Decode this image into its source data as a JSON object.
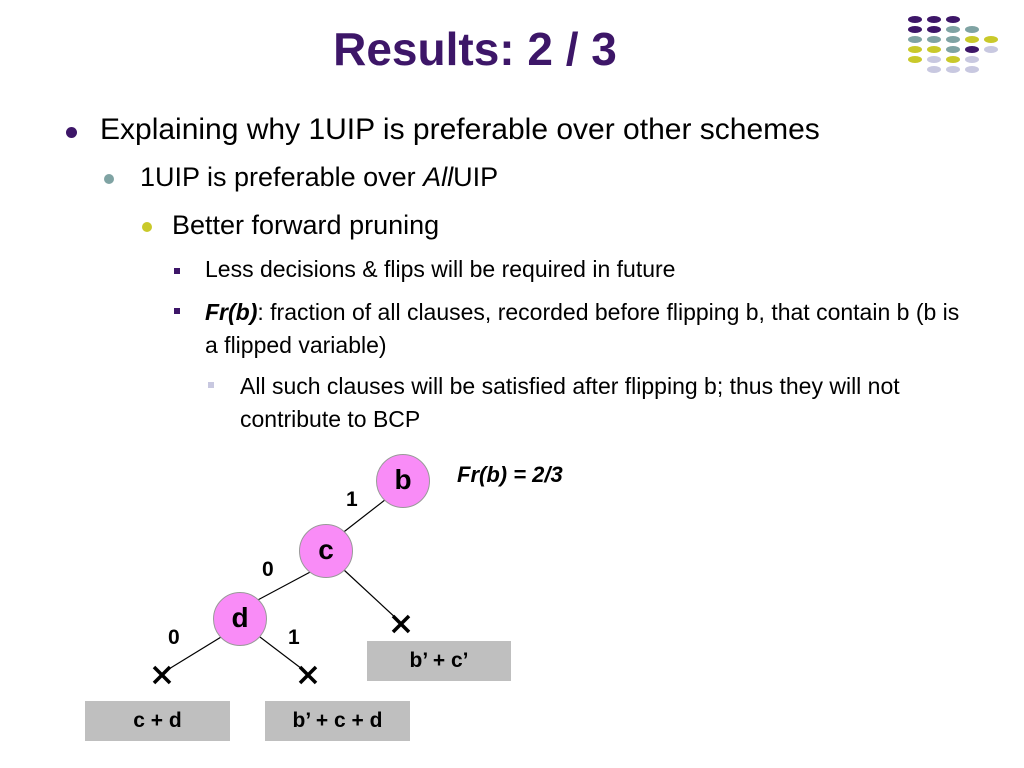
{
  "slide": {
    "title": "Results: 2 / 3"
  },
  "bullets": {
    "level1": "Explaining why 1UIP is preferable over other schemes",
    "level2_prefix": "1UIP is preferable over ",
    "level2_italic": "All",
    "level2_suffix": "UIP",
    "level3": "Better forward pruning",
    "level4a": "Less decisions & flips will be required in future",
    "level4b_term": "Fr(b)",
    "level4b_text": ": fraction of all clauses, recorded before flipping b, that contain b (b is a flipped variable)",
    "level5": "All such clauses will be satisfied after flipping b; thus they will not contribute to BCP"
  },
  "diagram": {
    "fraction_label": "Fr(b) = 2/3",
    "nodes": {
      "b": "b",
      "c": "c",
      "d": "d"
    },
    "edge_labels": {
      "b_c": "1",
      "c_d": "0",
      "d_left": "0",
      "d_right": "1"
    },
    "clauses": {
      "c_right": "b’ + c’",
      "d_left": "c + d",
      "d_right": "b’ + c + d"
    }
  },
  "colors": {
    "title": "#3d1668",
    "node_fill": "#f98cf7",
    "clause_box": "#bfbfbf",
    "accent_purple": "#3d1668",
    "accent_teal": "#7fa3a3",
    "accent_yellow": "#c9c92a",
    "accent_lavender": "#c8c8e0"
  }
}
